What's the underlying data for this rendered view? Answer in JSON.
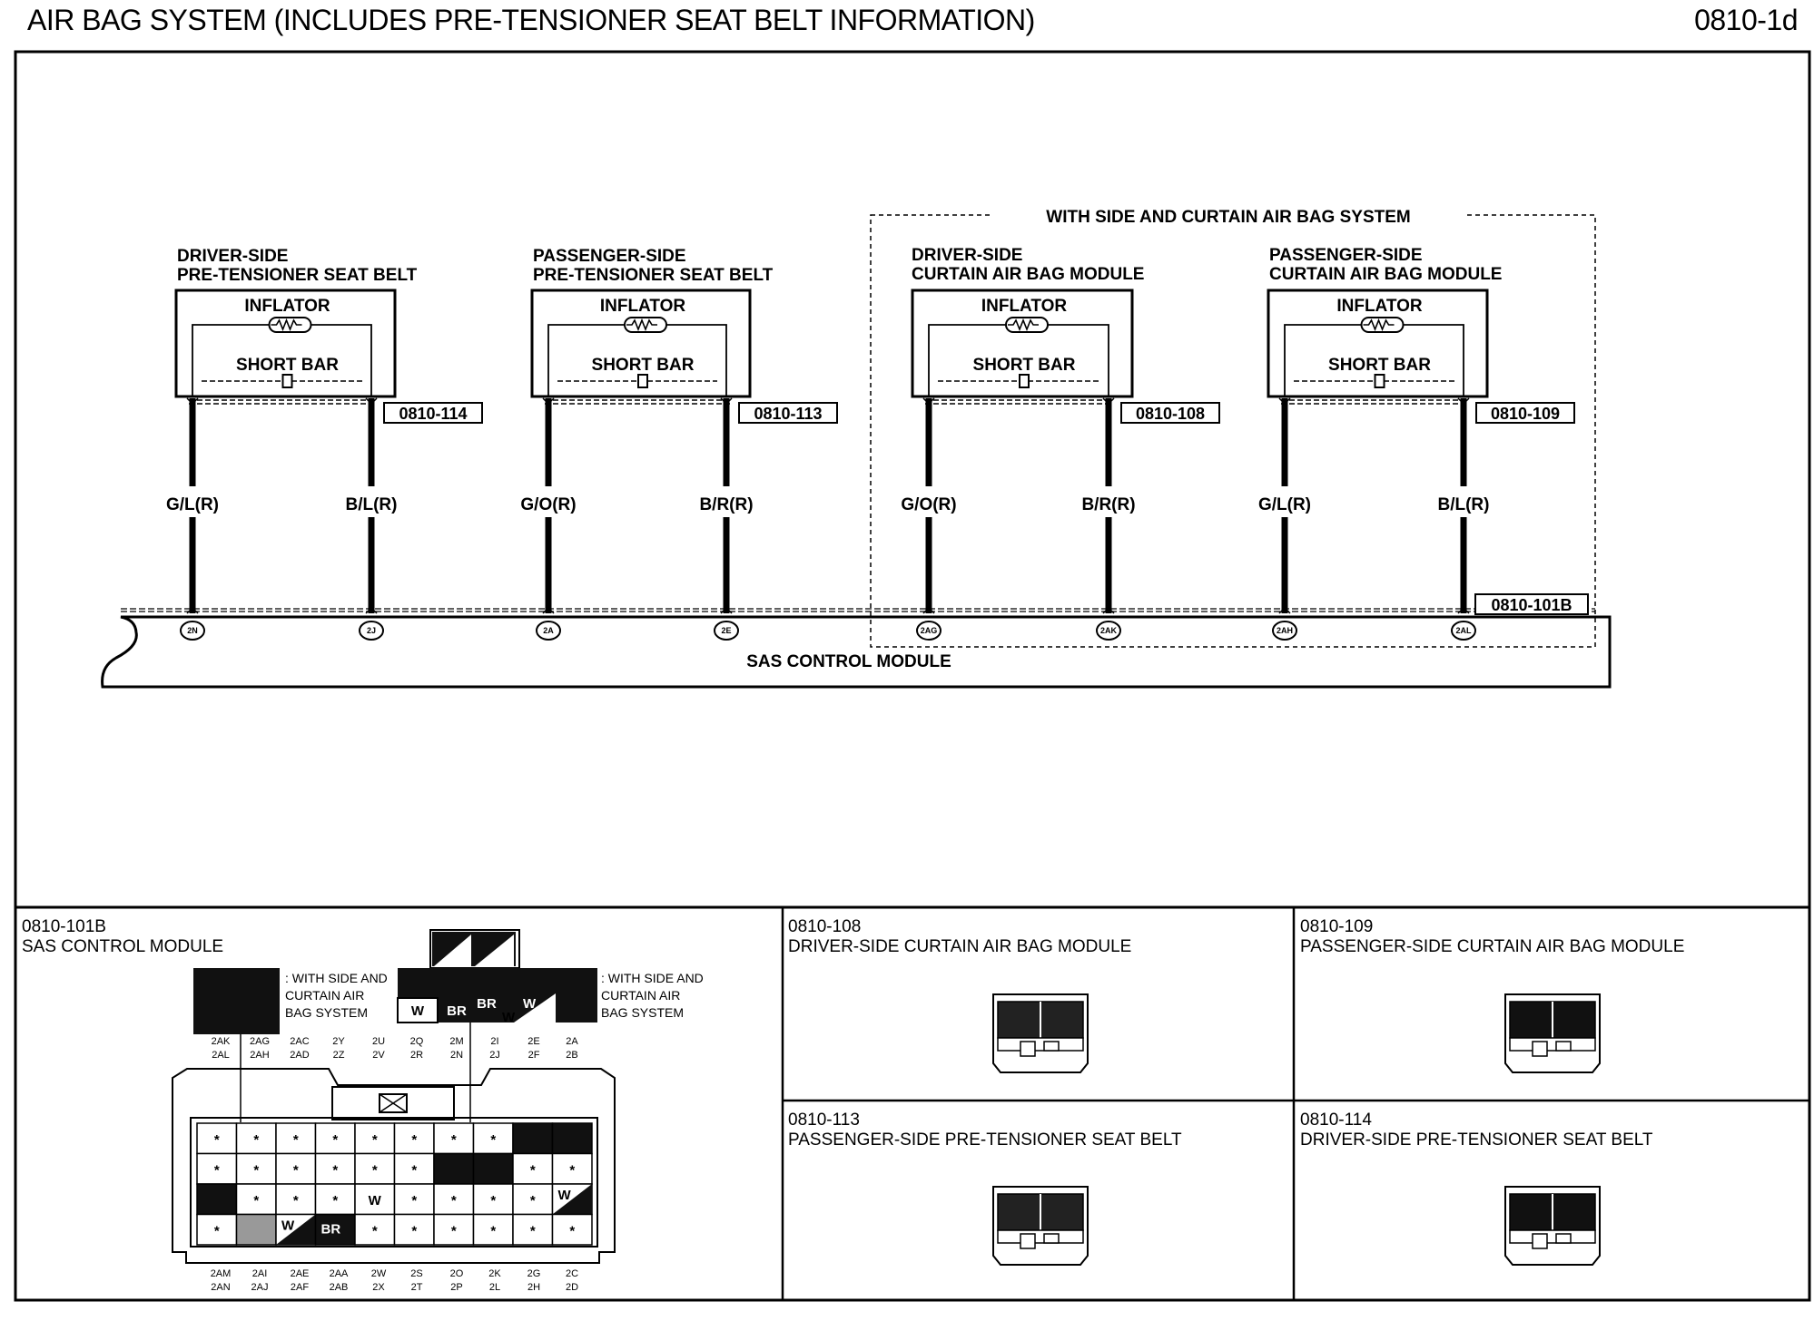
{
  "header": {
    "title": "AIR BAG SYSTEM (INCLUDES PRE-TENSIONER SEAT BELT INFORMATION)",
    "page_code": "0810-1d"
  },
  "schematic": {
    "group_label": "WITH SIDE AND CURTAIN AIR BAG SYSTEM",
    "inflator_label": "INFLATOR",
    "short_bar_label": "SHORT BAR",
    "control_module": {
      "label": "SAS CONTROL MODULE",
      "ref": "0810-101B"
    },
    "components": [
      {
        "line1": "DRIVER-SIDE",
        "line2": "PRE-TENSIONER SEAT BELT",
        "ref": "0810-114",
        "wire_left": "G/L(R)",
        "wire_right": "B/L(R)",
        "pin_left": "2N",
        "pin_right": "2J"
      },
      {
        "line1": "PASSENGER-SIDE",
        "line2": "PRE-TENSIONER SEAT BELT",
        "ref": "0810-113",
        "wire_left": "G/O(R)",
        "wire_right": "B/R(R)",
        "pin_left": "2A",
        "pin_right": "2E"
      },
      {
        "line1": "DRIVER-SIDE",
        "line2": "CURTAIN AIR BAG MODULE",
        "ref": "0810-108",
        "wire_left": "G/O(R)",
        "wire_right": "B/R(R)",
        "pin_left": "2AG",
        "pin_right": "2AK"
      },
      {
        "line1": "PASSENGER-SIDE",
        "line2": "CURTAIN AIR BAG MODULE",
        "ref": "0810-109",
        "wire_left": "G/L(R)",
        "wire_right": "B/L(R)",
        "pin_left": "2AH",
        "pin_right": "2AL"
      }
    ]
  },
  "connectors": {
    "sas": {
      "code": "0810-101B",
      "title": "SAS CONTROL MODULE",
      "note_left": [
        ": WITH SIDE AND",
        "CURTAIN AIR",
        "BAG SYSTEM"
      ],
      "note_right": [
        ": WITH SIDE AND",
        "CURTAIN AIR",
        "BAG SYSTEM"
      ],
      "top_pins": [
        [
          "2AK",
          "2AL"
        ],
        [
          "2AG",
          "2AH"
        ],
        [
          "2AC",
          "2AD"
        ],
        [
          "2Y",
          "2Z"
        ],
        [
          "2U",
          "2V"
        ],
        [
          "2Q",
          "2R"
        ],
        [
          "2M",
          "2N"
        ],
        [
          "2I",
          "2J"
        ],
        [
          "2E",
          "2F"
        ],
        [
          "2A",
          "2B"
        ]
      ],
      "bottom_pins": [
        [
          "2AM",
          "2AN"
        ],
        [
          "2AI",
          "2AJ"
        ],
        [
          "2AE",
          "2AF"
        ],
        [
          "2AA",
          "2AB"
        ],
        [
          "2W",
          "2X"
        ],
        [
          "2S",
          "2T"
        ],
        [
          "2O",
          "2P"
        ],
        [
          "2K",
          "2L"
        ],
        [
          "2G",
          "2H"
        ],
        [
          "2C",
          "2D"
        ]
      ],
      "inset_colors": [
        "W",
        "BR",
        "BR",
        "W"
      ],
      "grid_marks": [
        "*",
        "W",
        "BR",
        "W"
      ]
    },
    "panels": [
      {
        "code": "0810-108",
        "title": "DRIVER-SIDE CURTAIN AIR BAG MODULE"
      },
      {
        "code": "0810-109",
        "title": "PASSENGER-SIDE CURTAIN AIR BAG MODULE"
      },
      {
        "code": "0810-113",
        "title": "PASSENGER-SIDE PRE-TENSIONER SEAT BELT"
      },
      {
        "code": "0810-114",
        "title": "DRIVER-SIDE PRE-TENSIONER SEAT BELT"
      }
    ]
  }
}
